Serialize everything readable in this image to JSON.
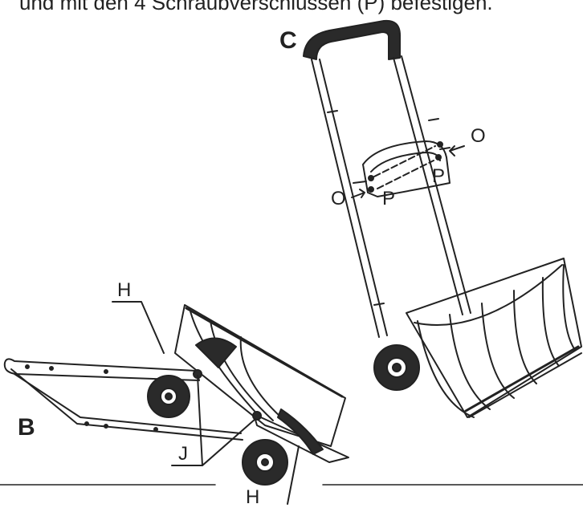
{
  "caption": "und mit den 4 Schraubverschlüssen (P) befestigen.",
  "labels": {
    "c": "C",
    "b": "B",
    "o_right": "O",
    "o_left": "O",
    "p_right": "P",
    "p_left": "P",
    "h_top": "H",
    "h_bottom": "H",
    "j": "J"
  },
  "colors": {
    "line": "#222222",
    "fill_dark": "#2a2a2a",
    "background": "#ffffff"
  }
}
